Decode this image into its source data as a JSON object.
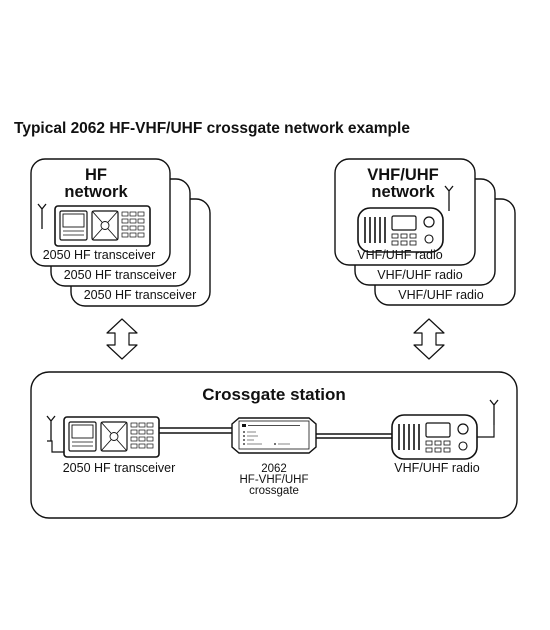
{
  "title": "Typical 2062 HF-VHF/UHF crossgate network example",
  "hf_network": {
    "heading_line1": "HF",
    "heading_line2": "network",
    "transceiver_labels": [
      "2050 HF transceiver",
      "2050 HF transceiver",
      "2050 HF transceiver"
    ]
  },
  "vhf_network": {
    "heading_line1": "VHF/UHF",
    "heading_line2": "network",
    "radio_labels": [
      "VHF/UHF radio",
      "VHF/UHF radio",
      "VHF/UHF radio"
    ]
  },
  "station": {
    "heading": "Crossgate station",
    "hf_label": "2050 HF transceiver",
    "vhf_label": "VHF/UHF radio",
    "crossgate_line1": "2062",
    "crossgate_line2": "HF-VHF/UHF",
    "crossgate_line3": "crossgate"
  },
  "icons": [
    "antenna-icon",
    "hf-transceiver-icon",
    "vhf-radio-icon",
    "crossgate-device-icon",
    "double-arrow-icon"
  ]
}
